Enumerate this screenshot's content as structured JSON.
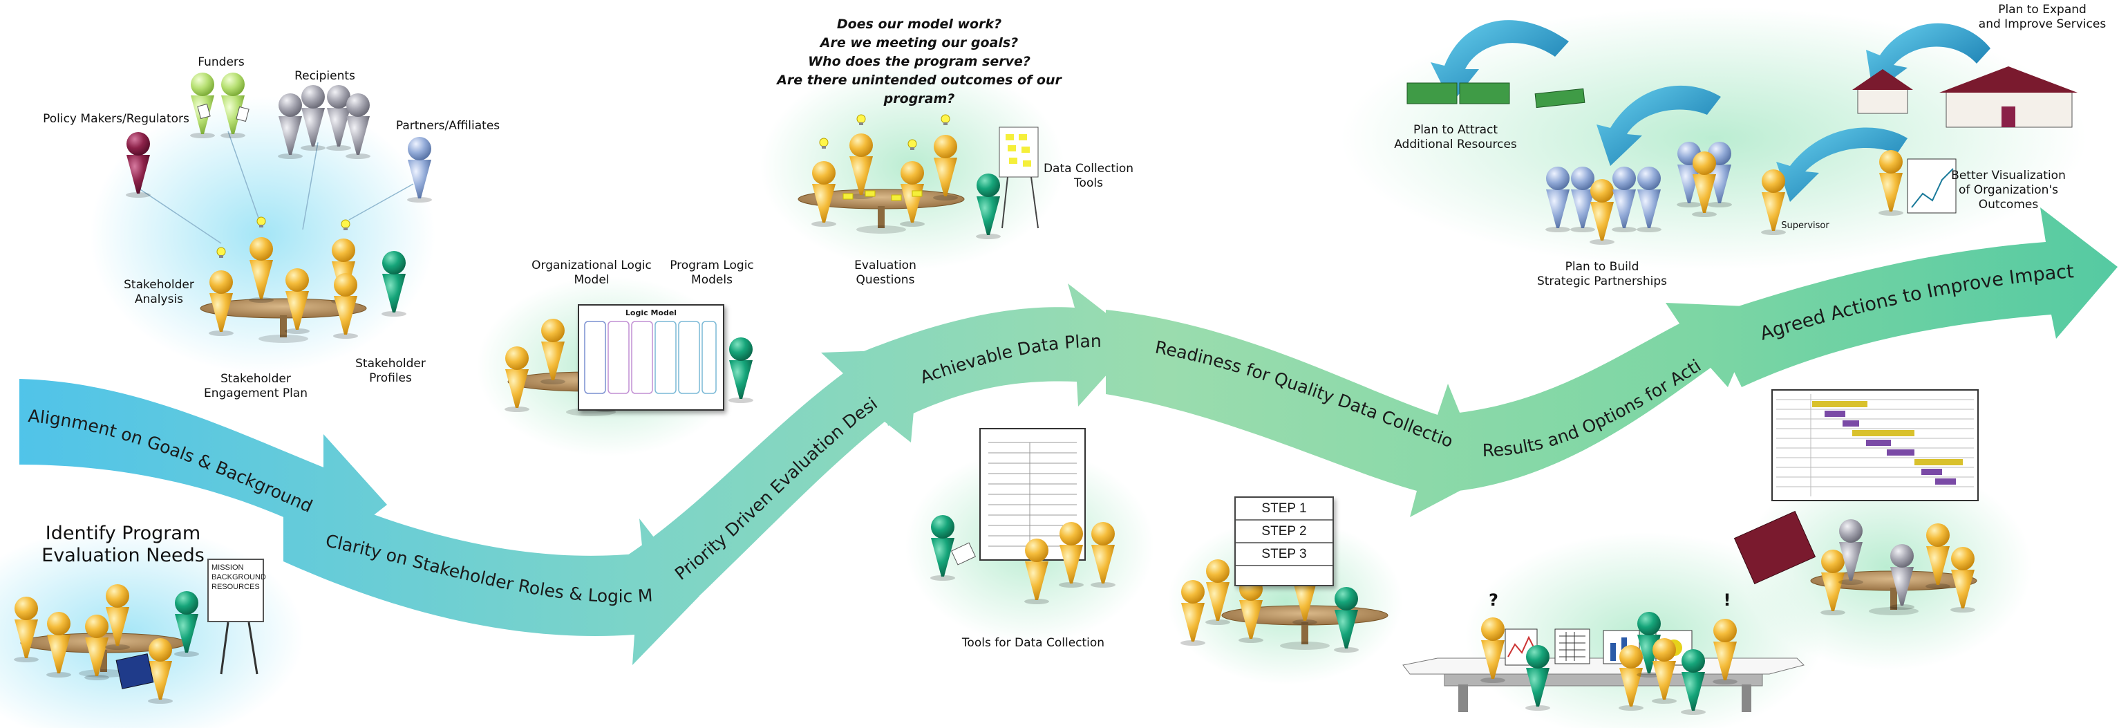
{
  "stages": [
    {
      "id": "s1",
      "label": "Alignment on Goals & Background"
    },
    {
      "id": "s2",
      "label": "Clarity on Stakeholder Roles & Logic Model"
    },
    {
      "id": "s3",
      "label": "Priority Driven Evaluation Design"
    },
    {
      "id": "s4",
      "label": "Achievable Data Plan"
    },
    {
      "id": "s5",
      "label": "Readiness for Quality Data Collection"
    },
    {
      "id": "s6",
      "label": "Results and Options for Action"
    },
    {
      "id": "s7",
      "label": "Agreed Actions to Improve Impact"
    }
  ],
  "identify": [
    "Identify Program",
    "Evaluation Needs"
  ],
  "board_text": [
    "MISSION",
    "BACKGROUND",
    "RESOURCES"
  ],
  "stakeholder_groups": {
    "funders": "Funders",
    "recipients": "Recipients",
    "policy": "Policy Makers/Regulators",
    "partners": "Partners/Affiliates"
  },
  "stakeholder_analysis": [
    "Stakeholder",
    "Analysis"
  ],
  "stakeholder_engagement": [
    "Stakeholder",
    "Engagement Plan"
  ],
  "stakeholder_profiles": [
    "Stakeholder",
    "Profiles"
  ],
  "org_logic_model": [
    "Organizational Logic",
    "Model"
  ],
  "program_logic_models": [
    "Program Logic",
    "Models"
  ],
  "logic_model_card_title": "Logic Model",
  "questions": [
    "Does our model work?",
    "Are we meeting our goals?",
    "Who does the program serve?",
    "Are there unintended outcomes of our program?"
  ],
  "eval_questions": [
    "Evaluation",
    "Questions"
  ],
  "data_collection_tools": [
    "Data Collection",
    "Tools"
  ],
  "tools_for_data_collection": "Tools for Data Collection",
  "steps": [
    "STEP 1",
    "STEP 2",
    "STEP 3"
  ],
  "question_mark": "?",
  "exclamation": "!",
  "attract": [
    "Plan to Attract",
    "Additional Resources"
  ],
  "partnerships": [
    "Plan to Build",
    "Strategic Partnerships"
  ],
  "supervisor": "Supervisor",
  "expand": [
    "Plan to Expand",
    "and Improve Services"
  ],
  "visualization": [
    "Better Visualization",
    "of Organization's",
    "Outcomes"
  ],
  "colors": {
    "gold": "#f0b429",
    "teal": "#14946f",
    "grey": "#9a9aa6",
    "lightgreen": "#b5de6a",
    "maroon": "#8a2048",
    "steelblue": "#8fa8d6",
    "arrow_blue": "#0f7fb8",
    "band_start": "#5ec6e8",
    "band_end": "#5fcfa8"
  }
}
